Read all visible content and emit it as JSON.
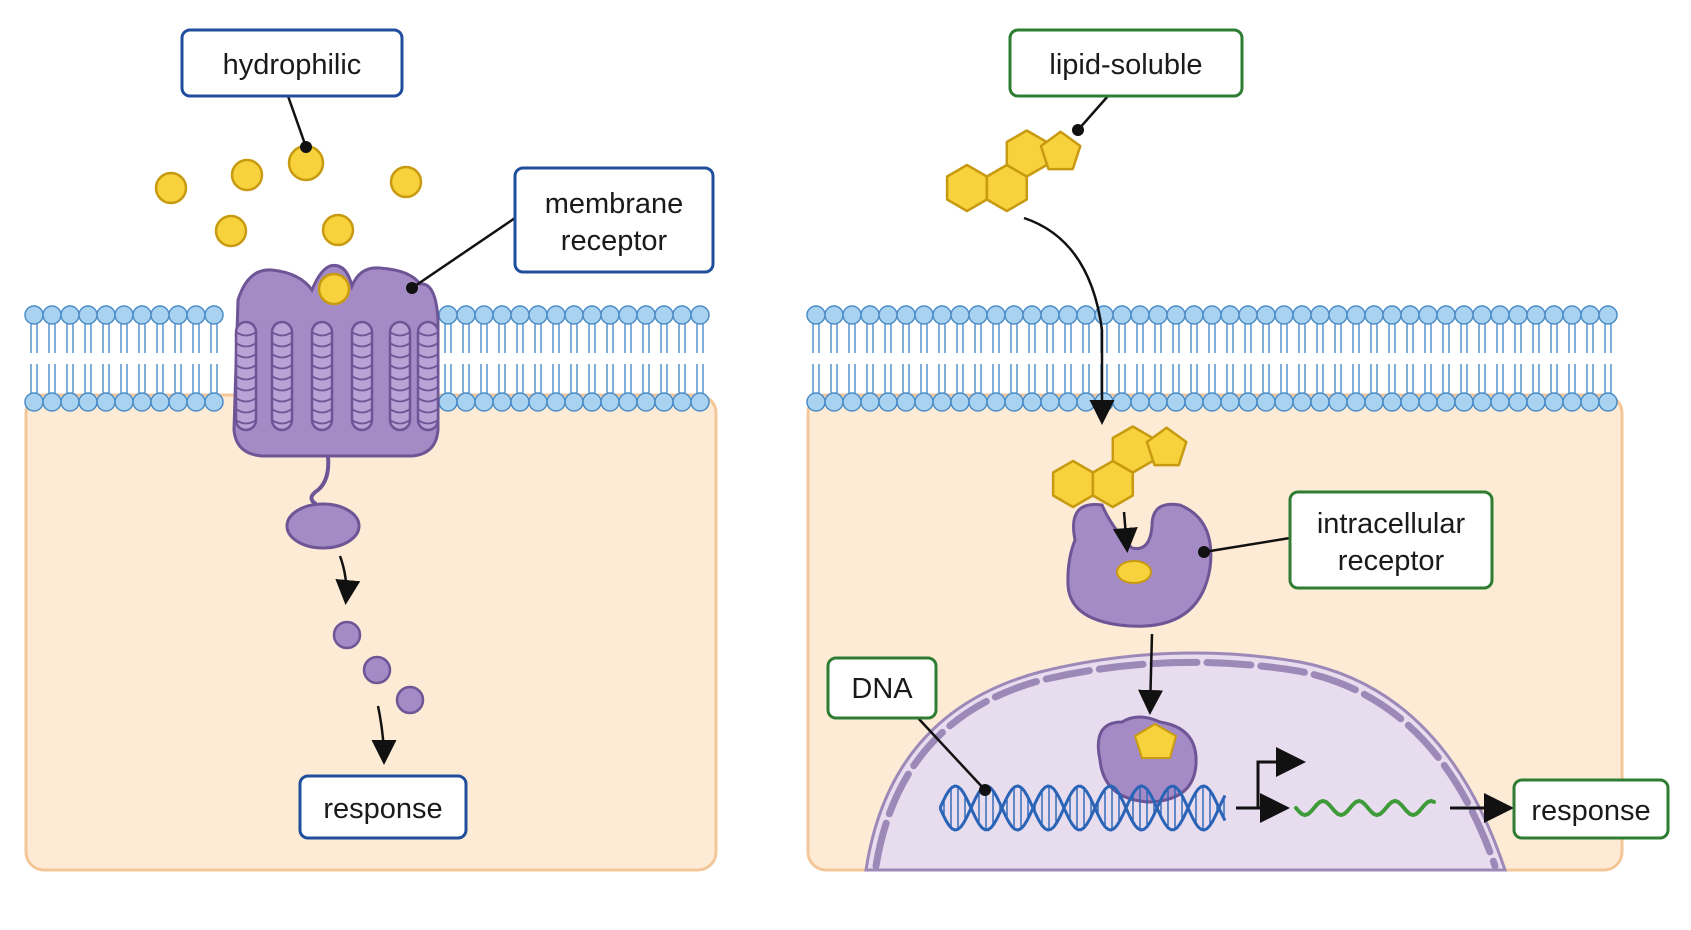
{
  "left_panel": {
    "hormone_label": "hydrophilic",
    "receptor_label": [
      "membrane",
      "receptor"
    ],
    "response_label": "response",
    "accent_color": "#1f4e9c"
  },
  "right_panel": {
    "hormone_label": "lipid-soluble",
    "receptor_label": [
      "intracellular",
      "receptor"
    ],
    "dna_label": "DNA",
    "response_label": "response",
    "accent_color": "#2e7d32"
  },
  "colors": {
    "cytoplasm": "#fdebd6",
    "cell_edge": "#f4c79a",
    "membrane_head": "#a9d2f0",
    "membrane_tail": "#4a8cc7",
    "protein": "#a48bc6",
    "protein_dark": "#6e5596",
    "hormone": "#f8d23c",
    "hormone_edge": "#c79a10",
    "nucleus": "#e8dcef",
    "nucleus_edge": "#9d89b8",
    "dna": "#2a64b6",
    "mrna": "#3f9b3a"
  }
}
